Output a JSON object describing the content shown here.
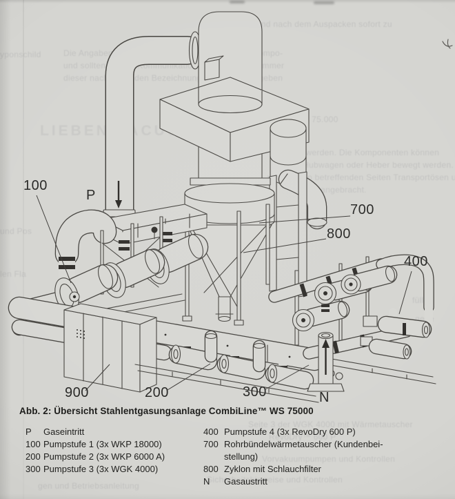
{
  "page": {
    "kind": "scanned manual page",
    "language": "de",
    "paper_color": "#d5d5d1",
    "ink_color": "#45433f"
  },
  "figure": {
    "caption": "Abb. 2: Übersicht Stahlentgasungsanlage CombiLine™ WS 75000"
  },
  "diagram": {
    "labels": {
      "p": "P",
      "100": "100",
      "200": "200",
      "300": "300",
      "400": "400",
      "700": "700",
      "800": "800",
      "900": "900",
      "n": "N"
    },
    "flow_arrows": {
      "inlet": "down",
      "outlet": "up"
    }
  },
  "legend": {
    "left": [
      {
        "key": "P",
        "label": "Gaseintritt"
      },
      {
        "key": "100",
        "label": "Pumpstufe 1 (3x WKP 18000)"
      },
      {
        "key": "200",
        "label": "Pumpstufe 2 (3x WKP 6000 A)"
      },
      {
        "key": "300",
        "label": "Pumpstufe 3 (3x WGK 4000)"
      }
    ],
    "right": [
      {
        "key": "400",
        "label": "Pumpstufe 4 (3x RevoDry 600 P)"
      },
      {
        "key": "700",
        "label": "Rohrbündelwärmetauscher (Kundenbei-\nstellung)"
      },
      {
        "key": "800",
        "label": "Zyklon mit Schlauchfilter"
      },
      {
        "key": "N",
        "label": "Gasaustritt"
      }
    ]
  },
  "ghost_text": [
    "nen sind nach dem Auspacken sofort zu",
    "Die Angaben auf dem Typenschild der einzelnen Kompo-",
    "und sollten bei der Kommunikation mit der Klientin immer",
    "dieser nachstehenden Bezeichnungen weiter angegeben",
    "yponschild",
    "LIEBEN  VACUUM",
    "bei WS 75.000",
    "stiert werden. Die Komponenten können",
    "regler, Hubwagen oder Heber bewegt werden. Für den",
    "wen an den betreffenden Seiten Transportösen und Laschen",
    "geres angebracht.",
    "Seite 3 der WGK 4000 mit Wärmetauscher",
    "RevoDry™ 600 P",
    "Vorvakuumpumpen und Kontrollen",
    "Sicherheitshinweise und Kontrollen",
    "gen und Betriebsanleitung",
    "und Pos",
    "len Fla",
    "füllen",
    "gege"
  ]
}
